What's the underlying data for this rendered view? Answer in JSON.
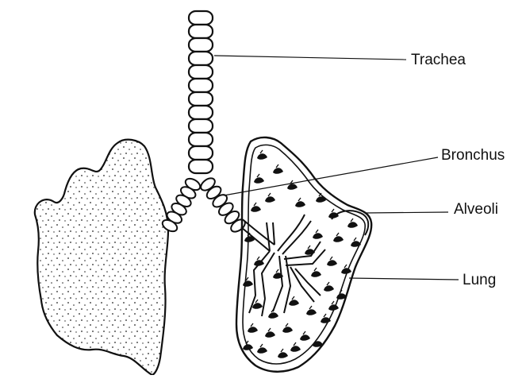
{
  "diagram": {
    "labels": {
      "trachea": "Trachea",
      "bronchus": "Bronchus",
      "alveoli": "Alveoli",
      "lung": "Lung"
    },
    "colors": {
      "ink": "#111111",
      "background": "#ffffff"
    }
  }
}
